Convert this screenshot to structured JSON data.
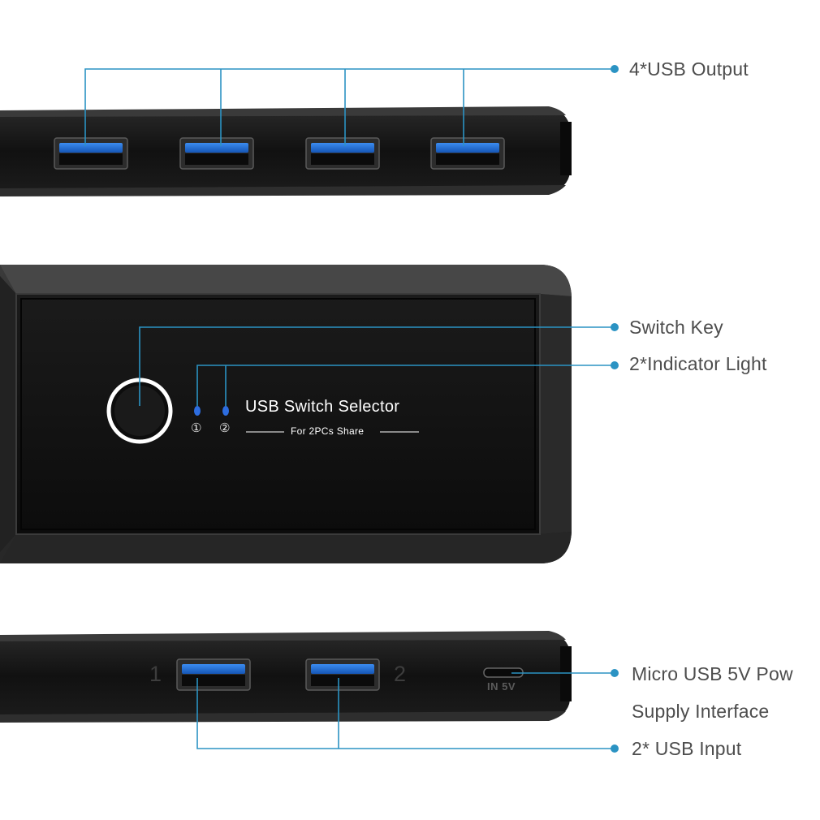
{
  "callouts": {
    "usb_output": "4*USB Output",
    "switch_key": "Switch Key",
    "indicator_light": "2*Indicator Light",
    "micro_usb_line1": "Micro USB 5V Pow",
    "micro_usb_line2": "Supply Interface",
    "usb_input": "2* USB Input"
  },
  "device": {
    "title": "USB Switch Selector",
    "subtitle": "For 2PCs Share",
    "led_labels": [
      "①",
      "②"
    ],
    "input_port_numbers": [
      "1",
      "2"
    ],
    "micro_port_label": "IN 5V"
  },
  "colors": {
    "leader_line": "#2b93c3",
    "body": "#1a1a1a",
    "usb_blue": "#1d6fd0",
    "led_blue": "#2d6de0"
  },
  "icons": [
    "usb-a-port",
    "micro-usb-port",
    "round-push-button",
    "indicator-led"
  ]
}
